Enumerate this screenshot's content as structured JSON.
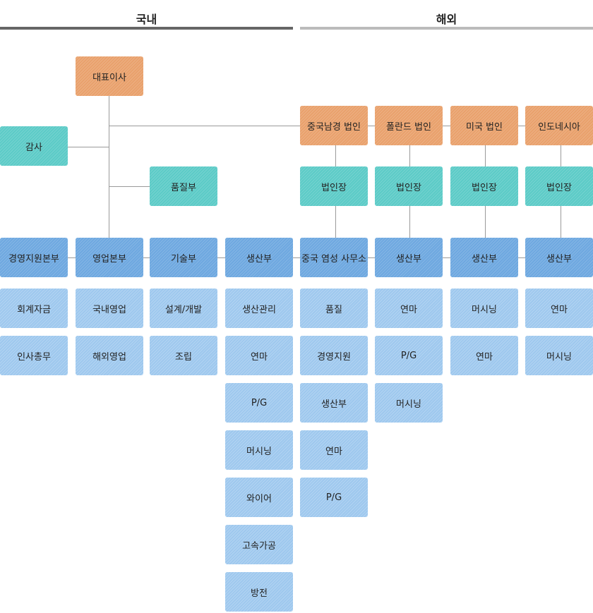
{
  "sections": {
    "domestic": "국내",
    "overseas": "해외"
  },
  "colors": {
    "executive": "#e9a16c",
    "support": "#5ccbc7",
    "division": "#6ea8e0",
    "team": "#9ec8ee",
    "connector": "#9a9a9a"
  },
  "executive": {
    "ceo": "대표이사",
    "audit": "감사",
    "quality_dept": "품질부"
  },
  "domestic_divisions": [
    {
      "name": "경영지원본부",
      "teams": [
        "회계자금",
        "인사총무"
      ]
    },
    {
      "name": "영업본부",
      "teams": [
        "국내영업",
        "해외영업"
      ]
    },
    {
      "name": "기술부",
      "teams": [
        "설계/개발",
        "조립"
      ]
    },
    {
      "name": "생산부",
      "teams": [
        "생산관리",
        "연마",
        "P/G",
        "머시닝",
        "와이어",
        "고속가공",
        "방전"
      ]
    }
  ],
  "overseas_entities": [
    {
      "name": "중국남경 법인",
      "head": "법인장",
      "division": "중국 염성 사무소",
      "teams": [
        "품질",
        "경영지원",
        "생산부",
        "연마",
        "P/G"
      ]
    },
    {
      "name": "폴란드 법인",
      "head": "법인장",
      "division": "생산부",
      "teams": [
        "연마",
        "P/G",
        "머시닝"
      ]
    },
    {
      "name": "미국 법인",
      "head": "법인장",
      "division": "생산부",
      "teams": [
        "머시닝",
        "연마"
      ]
    },
    {
      "name": "인도네시아",
      "head": "법인장",
      "division": "생산부",
      "teams": [
        "연마",
        "머시닝"
      ]
    }
  ]
}
